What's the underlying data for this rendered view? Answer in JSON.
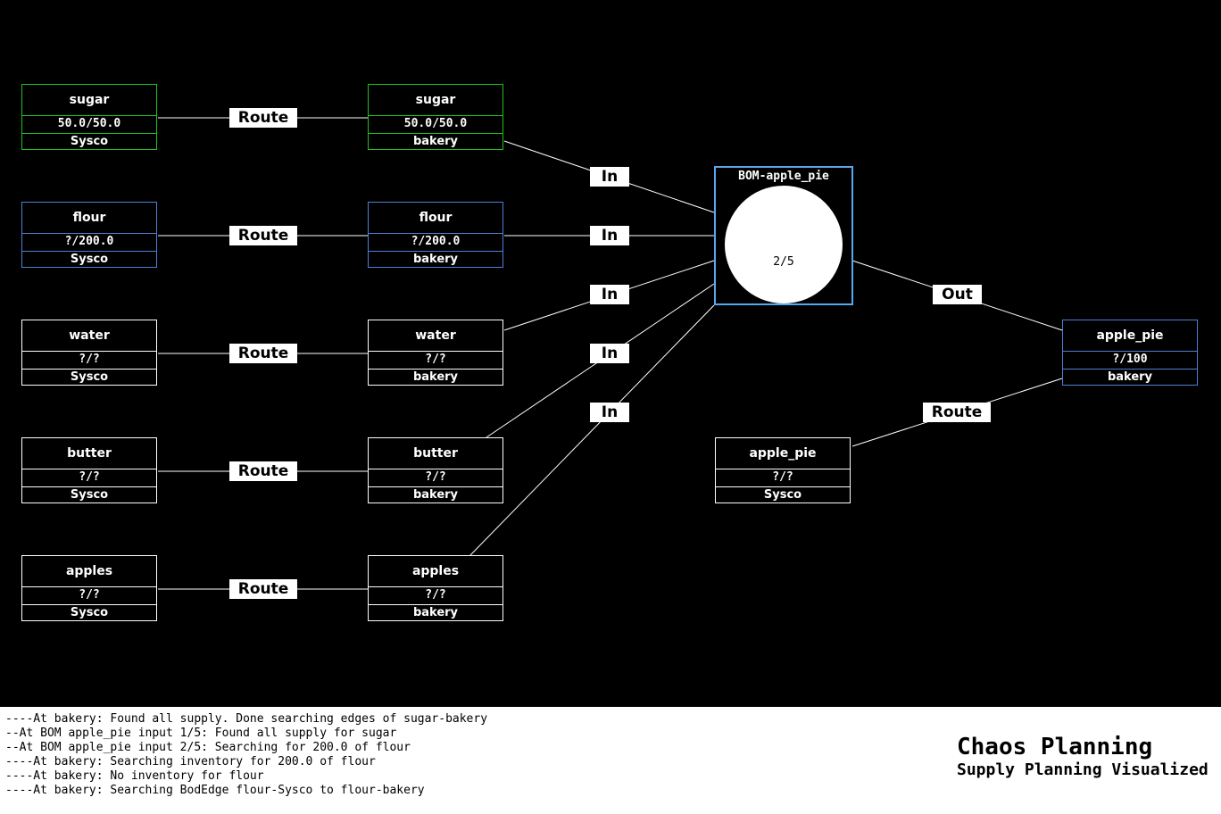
{
  "colors": {
    "background": "#000000",
    "complete": "#1fc31f",
    "searching": "#4f80d6",
    "idle": "#ffffff",
    "bom_border": "#5aa7f0",
    "log_bg": "#ffffff"
  },
  "nodes": {
    "sugar_sysco": {
      "name": "sugar",
      "qty": "50.0/50.0",
      "location": "Sysco",
      "status": "complete"
    },
    "sugar_bakery": {
      "name": "sugar",
      "qty": "50.0/50.0",
      "location": "bakery",
      "status": "complete"
    },
    "flour_sysco": {
      "name": "flour",
      "qty": "?/200.0",
      "location": "Sysco",
      "status": "searching"
    },
    "flour_bakery": {
      "name": "flour",
      "qty": "?/200.0",
      "location": "bakery",
      "status": "searching"
    },
    "water_sysco": {
      "name": "water",
      "qty": "?/?",
      "location": "Sysco",
      "status": "idle"
    },
    "water_bakery": {
      "name": "water",
      "qty": "?/?",
      "location": "bakery",
      "status": "idle"
    },
    "butter_sysco": {
      "name": "butter",
      "qty": "?/?",
      "location": "Sysco",
      "status": "idle"
    },
    "butter_bakery": {
      "name": "butter",
      "qty": "?/?",
      "location": "bakery",
      "status": "idle"
    },
    "apples_sysco": {
      "name": "apples",
      "qty": "?/?",
      "location": "Sysco",
      "status": "idle"
    },
    "apples_bakery": {
      "name": "apples",
      "qty": "?/?",
      "location": "bakery",
      "status": "idle"
    },
    "apple_pie_bakery": {
      "name": "apple_pie",
      "qty": "?/100",
      "location": "bakery",
      "status": "searching"
    },
    "apple_pie_sysco": {
      "name": "apple_pie",
      "qty": "?/?",
      "location": "Sysco",
      "status": "idle"
    }
  },
  "bom": {
    "title": "BOM-apple_pie",
    "progress": "2/5"
  },
  "edge_labels": {
    "route": "Route",
    "in": "In",
    "out": "Out"
  },
  "log": [
    "----At bakery: Found all supply. Done searching edges of sugar-bakery",
    "--At BOM apple_pie input 1/5: Found all supply for sugar",
    "--At BOM apple_pie input 2/5: Searching for 200.0 of flour",
    "----At bakery: Searching inventory for 200.0 of flour",
    "----At bakery: No inventory for flour",
    "----At bakery: Searching BodEdge flour-Sysco to flour-bakery"
  ],
  "brand": {
    "title": "Chaos Planning",
    "subtitle": "Supply Planning Visualized"
  }
}
